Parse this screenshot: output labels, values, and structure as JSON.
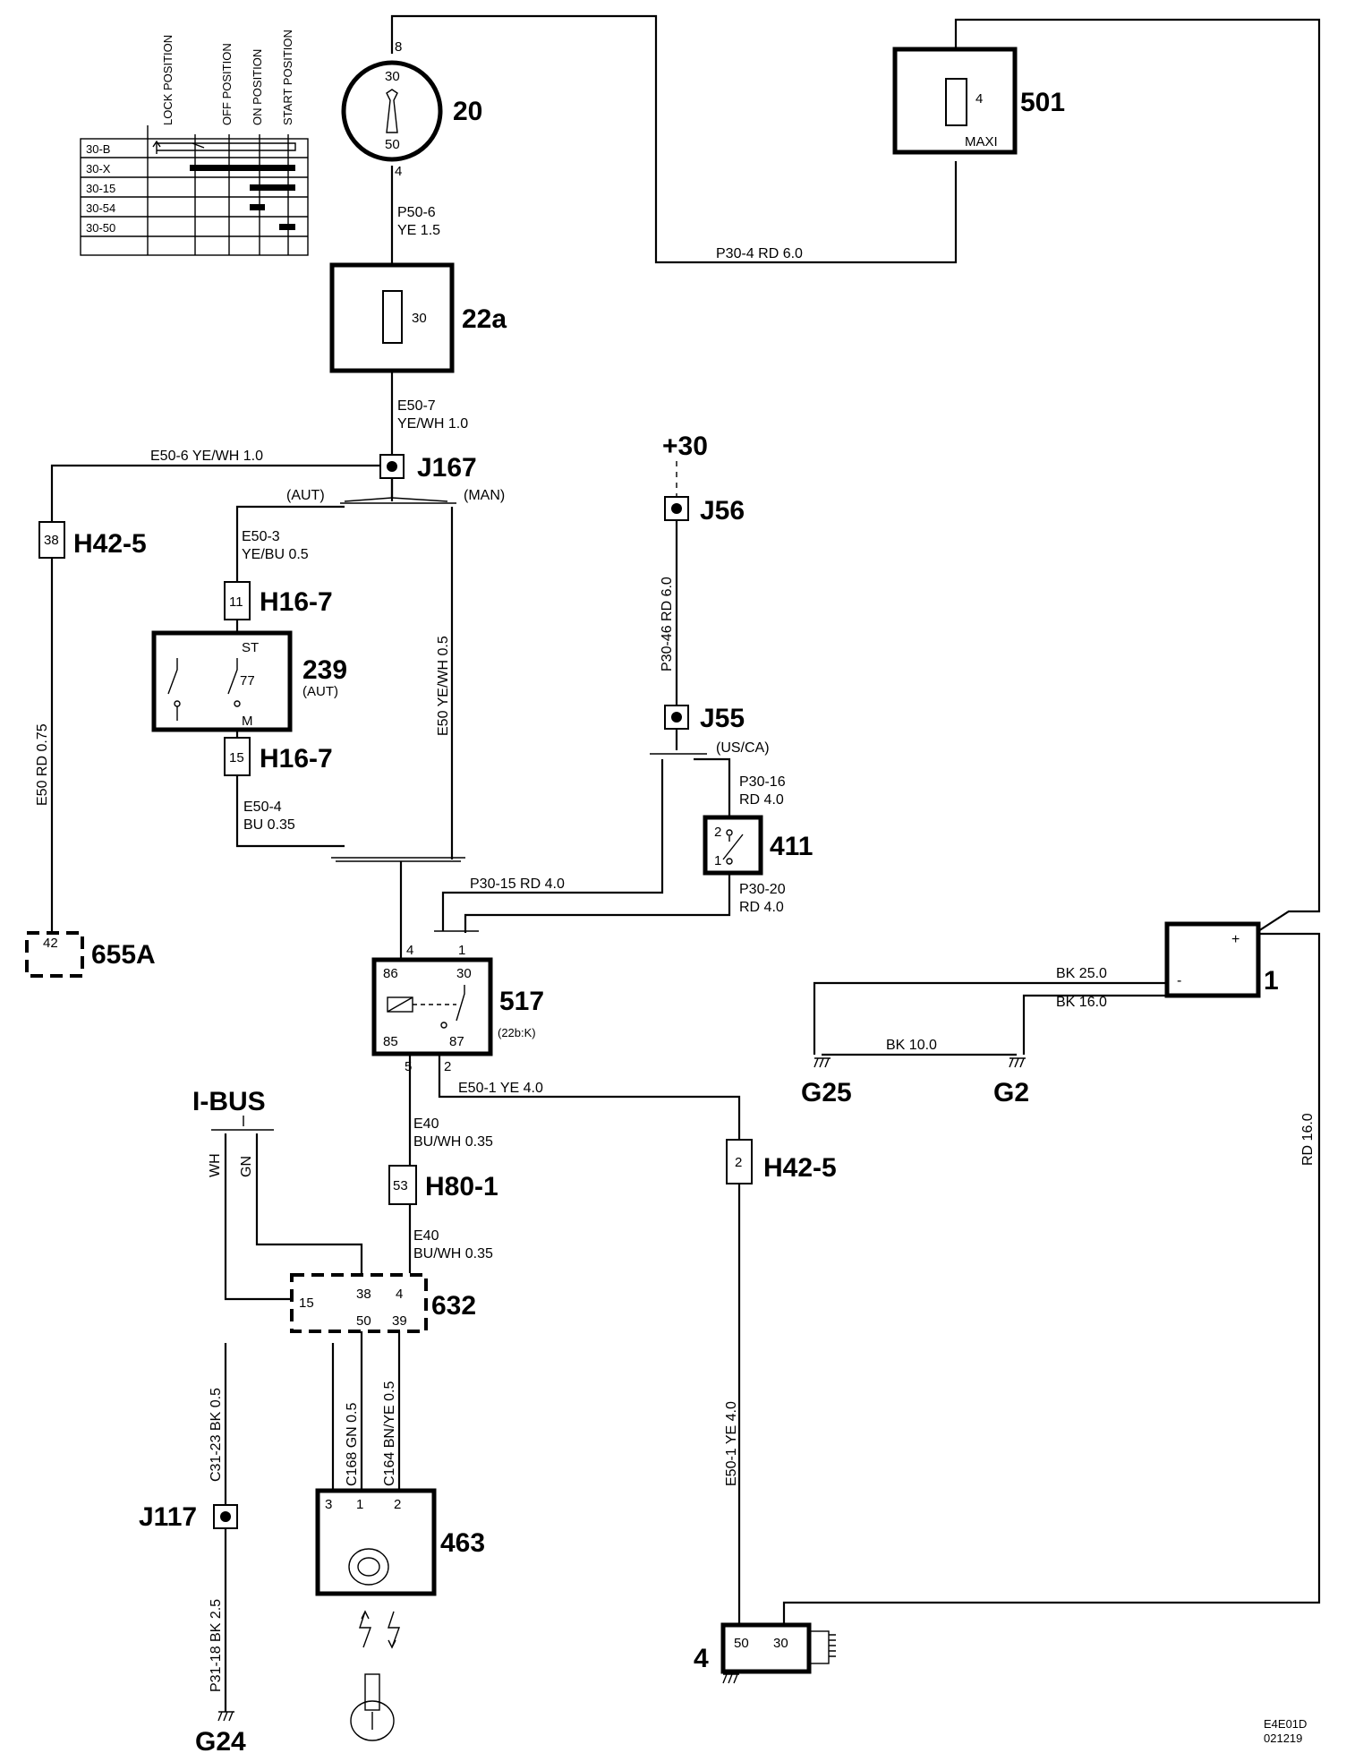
{
  "switch_table": {
    "headers": [
      "LOCK POSITION",
      "OFF POSITION",
      "ON POSITION",
      "START POSITION"
    ],
    "rows": [
      "30-B",
      "30-X",
      "30-15",
      "30-54",
      "30-50"
    ]
  },
  "components": {
    "c20": {
      "id": "20",
      "pin_top": "8",
      "term_top": "30",
      "term_bottom": "50",
      "pin_bottom": "4"
    },
    "c501": {
      "id": "501",
      "fuse": "4",
      "type": "MAXI"
    },
    "c22a": {
      "id": "22a",
      "fuse": "30"
    },
    "j167": {
      "id": "J167"
    },
    "h42_top": {
      "id": "H42-5",
      "pin": "38"
    },
    "h16_top": {
      "id": "H16-7",
      "pin": "11"
    },
    "c239": {
      "id": "239",
      "sub": "(AUT)",
      "st": "ST",
      "p77": "77",
      "m": "M"
    },
    "h16_bot": {
      "id": "H16-7",
      "pin": "15"
    },
    "c655a": {
      "id": "655A",
      "pin": "42"
    },
    "plus30": {
      "label": "+30"
    },
    "j56": {
      "id": "J56"
    },
    "j55": {
      "id": "J55"
    },
    "c411": {
      "id": "411",
      "p2": "2",
      "p1": "1"
    },
    "c517": {
      "id": "517",
      "sub": "(22b:K)",
      "p86": "86",
      "p30": "30",
      "p85": "85",
      "p87": "87",
      "pin4": "4",
      "pin1": "1",
      "pin5": "5",
      "pin2": "2"
    },
    "c1": {
      "id": "1",
      "plus": "+",
      "minus": "-"
    },
    "g25": {
      "id": "G25"
    },
    "g2": {
      "id": "G2"
    },
    "ibus": {
      "label": "I-BUS",
      "wh": "WH",
      "gn": "GN"
    },
    "h80": {
      "id": "H80-1",
      "pin": "53"
    },
    "h42_bot": {
      "id": "H42-5",
      "pin": "2"
    },
    "c632": {
      "id": "632",
      "p15": "15",
      "p38": "38",
      "p4": "4",
      "p50": "50",
      "p39": "39"
    },
    "j117": {
      "id": "J117"
    },
    "c463": {
      "id": "463",
      "p3": "3",
      "p1": "1",
      "p2": "2"
    },
    "g24": {
      "id": "G24"
    },
    "c4": {
      "id": "4",
      "p50": "50",
      "p30": "30"
    }
  },
  "labels": {
    "aut": "(AUT)",
    "man": "(MAN)",
    "usca": "(US/CA)"
  },
  "wires": {
    "p30_4": "P30-4  RD  6.0",
    "p50_6a": "P50-6",
    "p50_6b": "YE  1.5",
    "e50_7a": "E50-7",
    "e50_7b": "YE/WH  1.0",
    "e50_6": "E50-6  YE/WH  1.0",
    "e50_3a": "E50-3",
    "e50_3b": "YE/BU  0.5",
    "e50_ye": "E50  YE/WH  0.5",
    "e50_rd": "E50  RD  0.75",
    "e50_4a": "E50-4",
    "e50_4b": "BU 0.35",
    "p30_46": "P30-46  RD  6.0",
    "p30_16a": "P30-16",
    "p30_16b": "RD  4.0",
    "p30_20a": "P30-20",
    "p30_20b": "RD  4.0",
    "p30_15": "P30-15  RD  4.0",
    "bk25": "BK  25.0",
    "bk16": "BK  16.0",
    "bk10": "BK  10.0",
    "rd16": "RD  16.0",
    "e50_1": "E50-1  YE  4.0",
    "e50_1v": "E50-1  YE  4.0",
    "e40a": "E40",
    "e40b": "BU/WH  0.35",
    "e40c": "E40",
    "e40d": "BU/WH  0.35",
    "c31_23": "C31-23  BK  0.5",
    "p31_18": "P31-18  BK  2.5",
    "c168": "C168  GN  0.5",
    "c164": "C164  BN/YE  0.5"
  },
  "footer": {
    "code": "E4E01D",
    "date": "021219"
  }
}
